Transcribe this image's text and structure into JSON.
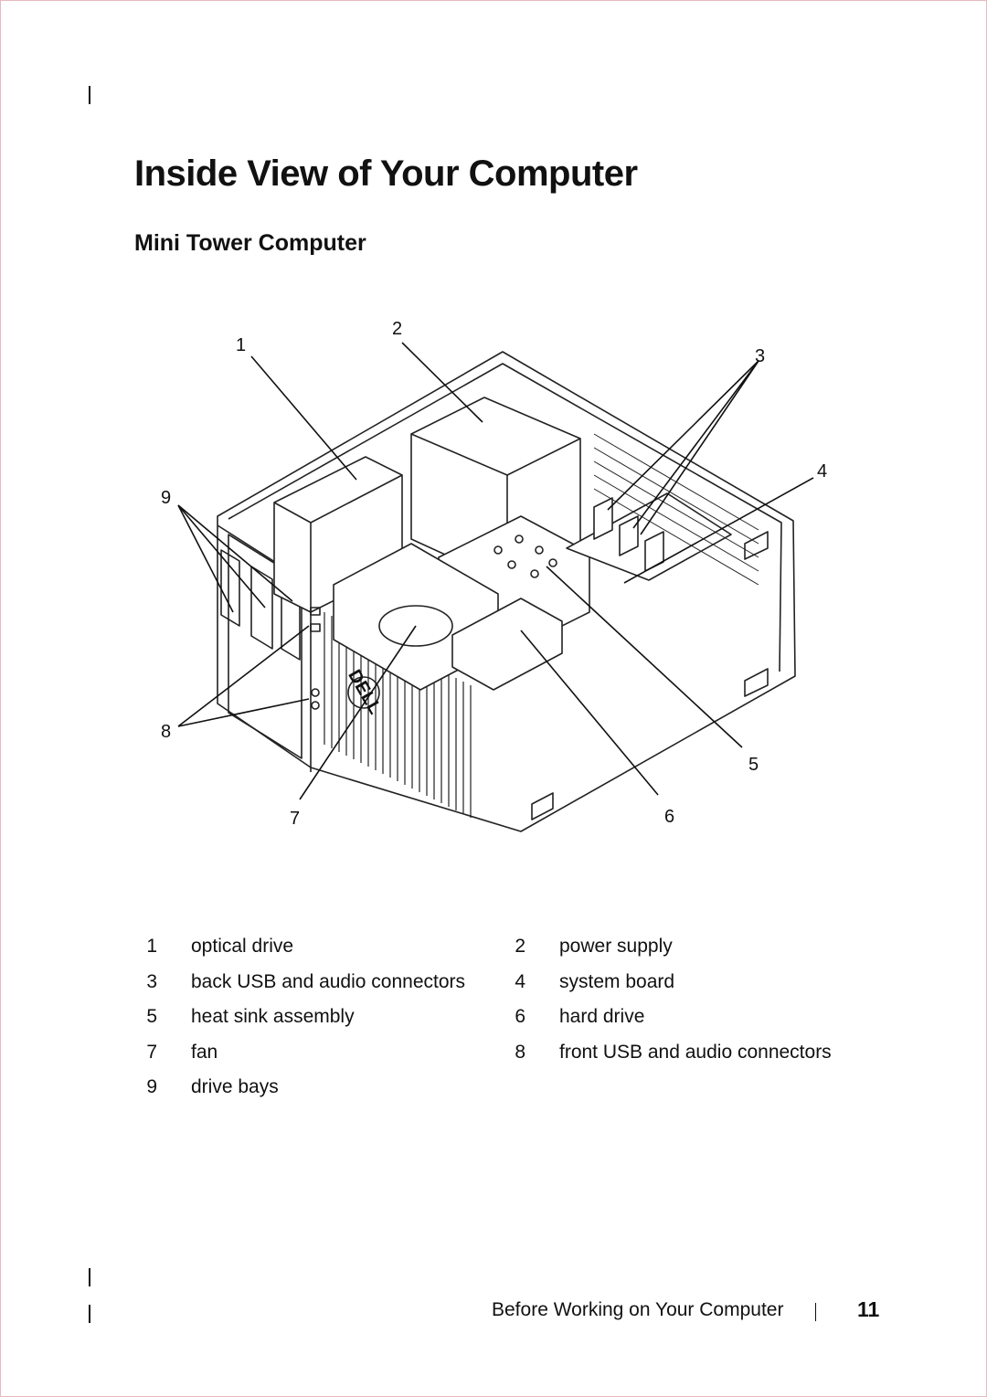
{
  "title": "Inside View of Your Computer",
  "subtitle": "Mini Tower Computer",
  "figure": {
    "callouts": [
      "1",
      "2",
      "3",
      "4",
      "5",
      "6",
      "7",
      "8",
      "9"
    ],
    "logo": "DELL"
  },
  "legend": [
    {
      "num": "1",
      "label": "optical drive"
    },
    {
      "num": "2",
      "label": "power supply"
    },
    {
      "num": "3",
      "label": "back USB and audio connectors"
    },
    {
      "num": "4",
      "label": "system board"
    },
    {
      "num": "5",
      "label": "heat sink assembly"
    },
    {
      "num": "6",
      "label": "hard drive"
    },
    {
      "num": "7",
      "label": "fan"
    },
    {
      "num": "8",
      "label": "front USB and audio connectors"
    },
    {
      "num": "9",
      "label": "drive bays"
    }
  ],
  "footer": {
    "section": "Before Working on Your Computer",
    "page_number": "11"
  }
}
